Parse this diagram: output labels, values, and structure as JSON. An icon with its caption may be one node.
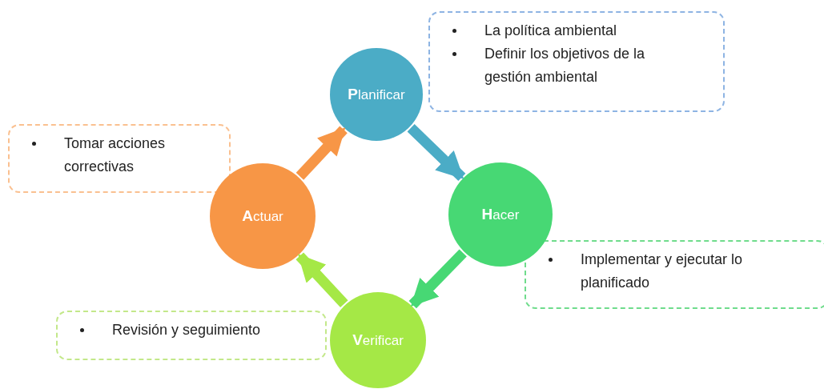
{
  "diagram": {
    "nodes": [
      {
        "text": [
          "**P**lanificar"
        ]
      },
      {
        "text": [
          "**H**acer"
        ]
      },
      {
        "text": [
          "**V**erificar"
        ]
      },
      {
        "text": [
          "**A**ctuar"
        ]
      },
      {
        "text": [
          "La política ambiental",
          "Definir los objetivos de la gestión ambiental"
        ]
      },
      {
        "text": [
          "Tomar acciones correctivas"
        ]
      },
      {
        "text": [
          "Implementar y ejecutar lo planificado"
        ]
      },
      {
        "text": [
          "Revisión y seguimiento"
        ]
      }
    ],
    "edges": [
      {
        "from": 0,
        "to": 1,
        "arrow": "to",
        "color": "#4bacc6"
      },
      {
        "from": 1,
        "to": 2,
        "arrow": "to",
        "color": "#47d874"
      },
      {
        "from": 2,
        "to": 3,
        "arrow": "to",
        "color": "#a5e846"
      },
      {
        "from": 3,
        "to": 0,
        "arrow": "to",
        "color": "#f79646"
      }
    ]
  }
}
